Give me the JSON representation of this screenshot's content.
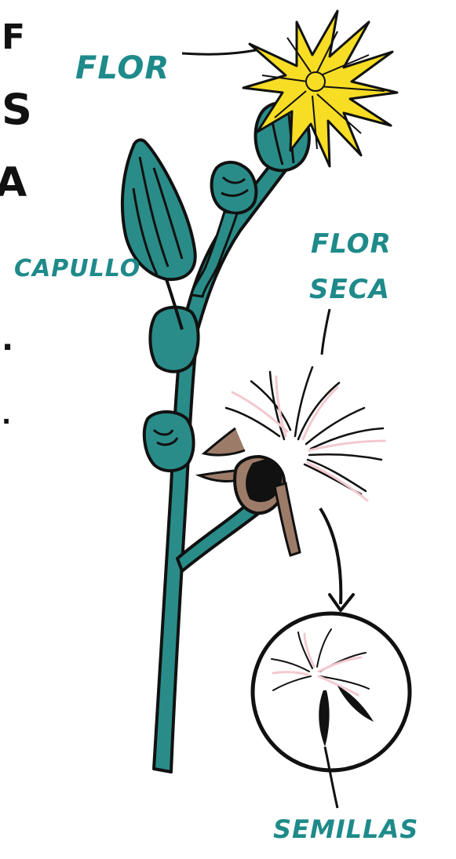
{
  "labels": {
    "flower": "FLOR",
    "bud": "CAPULLO",
    "dry_flower_line1": "FLOR",
    "dry_flower_line2": "SECA",
    "seeds": "SEMILLAS"
  },
  "margin_fragments": [
    "F",
    "S",
    "A",
    ".",
    "."
  ],
  "colors": {
    "stem": "#2a8c88",
    "outline": "#111111",
    "petals": "#f7dd24",
    "label": "#1f8a8a",
    "pappus_pink": "#f2c9cf",
    "seed_brown": "#9c7b68"
  }
}
